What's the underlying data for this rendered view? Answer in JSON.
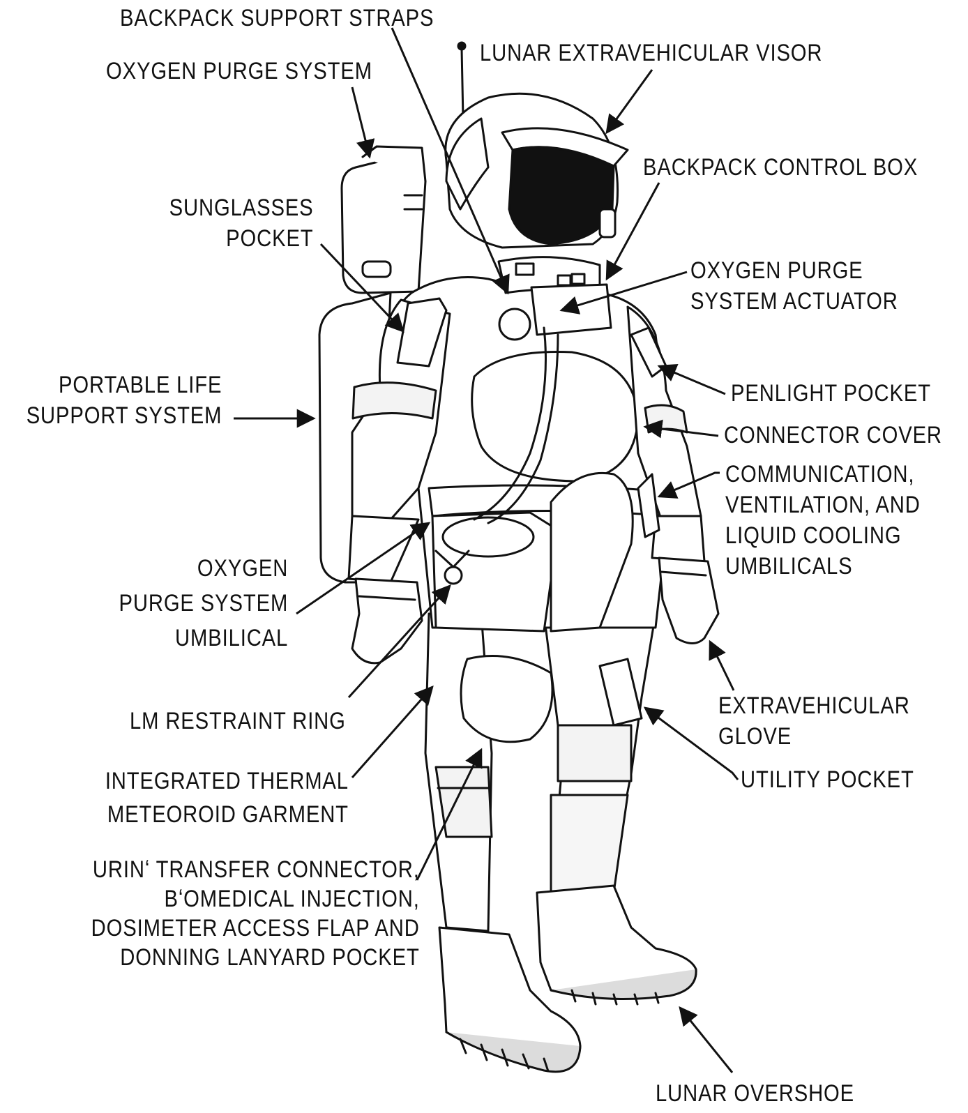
{
  "diagram": {
    "labels": {
      "backpack_support_straps": "BACKPACK SUPPORT STRAPS",
      "lunar_extravehicular_visor": "LUNAR EXTRAVEHICULAR VISOR",
      "oxygen_purge_system": "OXYGEN PURGE SYSTEM",
      "backpack_control_box": "BACKPACK CONTROL BOX",
      "sunglasses_pocket": [
        "SUNGLASSES",
        "POCKET"
      ],
      "oxygen_purge_system_actuator": [
        "OXYGEN PURGE",
        "SYSTEM ACTUATOR"
      ],
      "portable_life_support_system": [
        "PORTABLE LIFE",
        "SUPPORT SYSTEM"
      ],
      "penlight_pocket": "PENLIGHT POCKET",
      "connector_cover": "CONNECTOR COVER",
      "umbilicals": [
        "COMMUNICATION,",
        "VENTILATION, AND",
        "LIQUID COOLING",
        "UMBILICALS"
      ],
      "oxygen_purge_system_umbilical": [
        "OXYGEN",
        "PURGE SYSTEM",
        "UMBILICAL"
      ],
      "lm_restraint_ring": "LM RESTRAINT RING",
      "extravehicular_glove": [
        "EXTRAVEHICULAR",
        "GLOVE"
      ],
      "integrated_thermal_meteoroid_garment": [
        "INTEGRATED THERMAL",
        "METEOROID GARMENT"
      ],
      "utility_pocket": "UTILITY POCKET",
      "urine_transfer_connector": [
        "URINʻ TRANSFER CONNECTOR,",
        "BʻOMEDICAL INJECTION,",
        "DOSIMETER ACCESS FLAP AND",
        "DONNING LANYARD POCKET"
      ],
      "lunar_overshoe": "LUNAR OVERSHOE"
    }
  }
}
